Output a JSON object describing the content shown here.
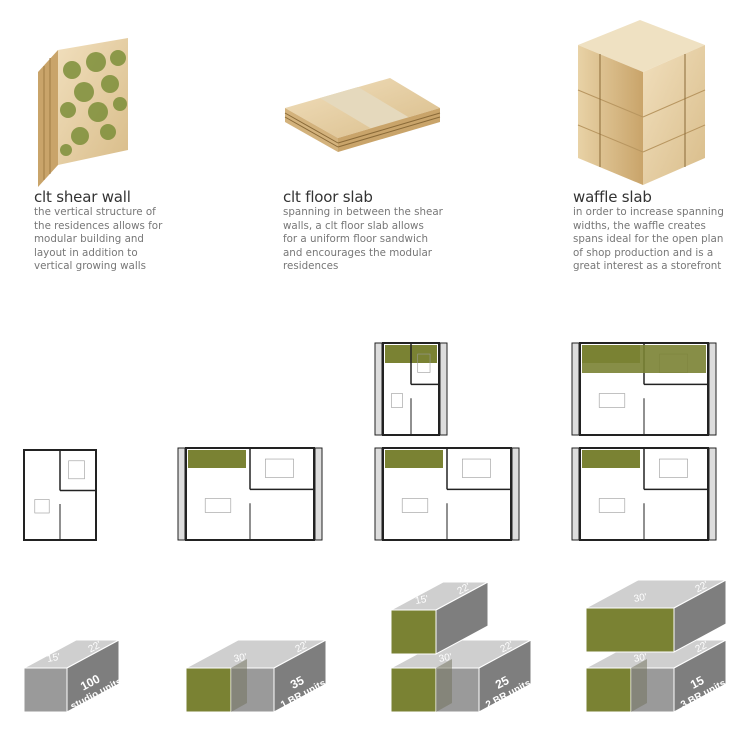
{
  "components": [
    {
      "title": "clt shear wall",
      "lines": [
        "the vertical structure of",
        "the residences allows for",
        "modular building and",
        "layout in addition to",
        "vertical growing walls"
      ]
    },
    {
      "title": "clt floor slab",
      "lines": [
        "spanning in between the shear",
        "walls, a clt floor slab allows",
        "for a uniform floor sandwich",
        "and encourages the modular",
        "residences"
      ]
    },
    {
      "title": "waffle slab",
      "lines": [
        "in order to increase spanning",
        "widths, the waffle creates",
        "spans ideal for the open plan",
        "of shop production and is a",
        "great interest as a storefront"
      ]
    }
  ],
  "units": [
    {
      "count": "100",
      "type": "studio units",
      "width": "15'",
      "depth": "22'"
    },
    {
      "count": "35",
      "type": "1 BR units",
      "width": "30'",
      "depth": "22'"
    },
    {
      "count": "25",
      "type": "2 BR units",
      "width": "30'",
      "depth": "22'",
      "upper_width": "15'",
      "upper_depth": "22'"
    },
    {
      "count": "15",
      "type": "3 BR units",
      "width": "30'",
      "depth": "22'",
      "upper_width": "30'",
      "upper_depth": "22'"
    }
  ],
  "colors": {
    "green": "#7a8233",
    "gray_front": "#9a9a9a",
    "gray_side": "#7e7e7e",
    "gray_top": "#cfcfcf",
    "wood": "#e6cfa3"
  }
}
